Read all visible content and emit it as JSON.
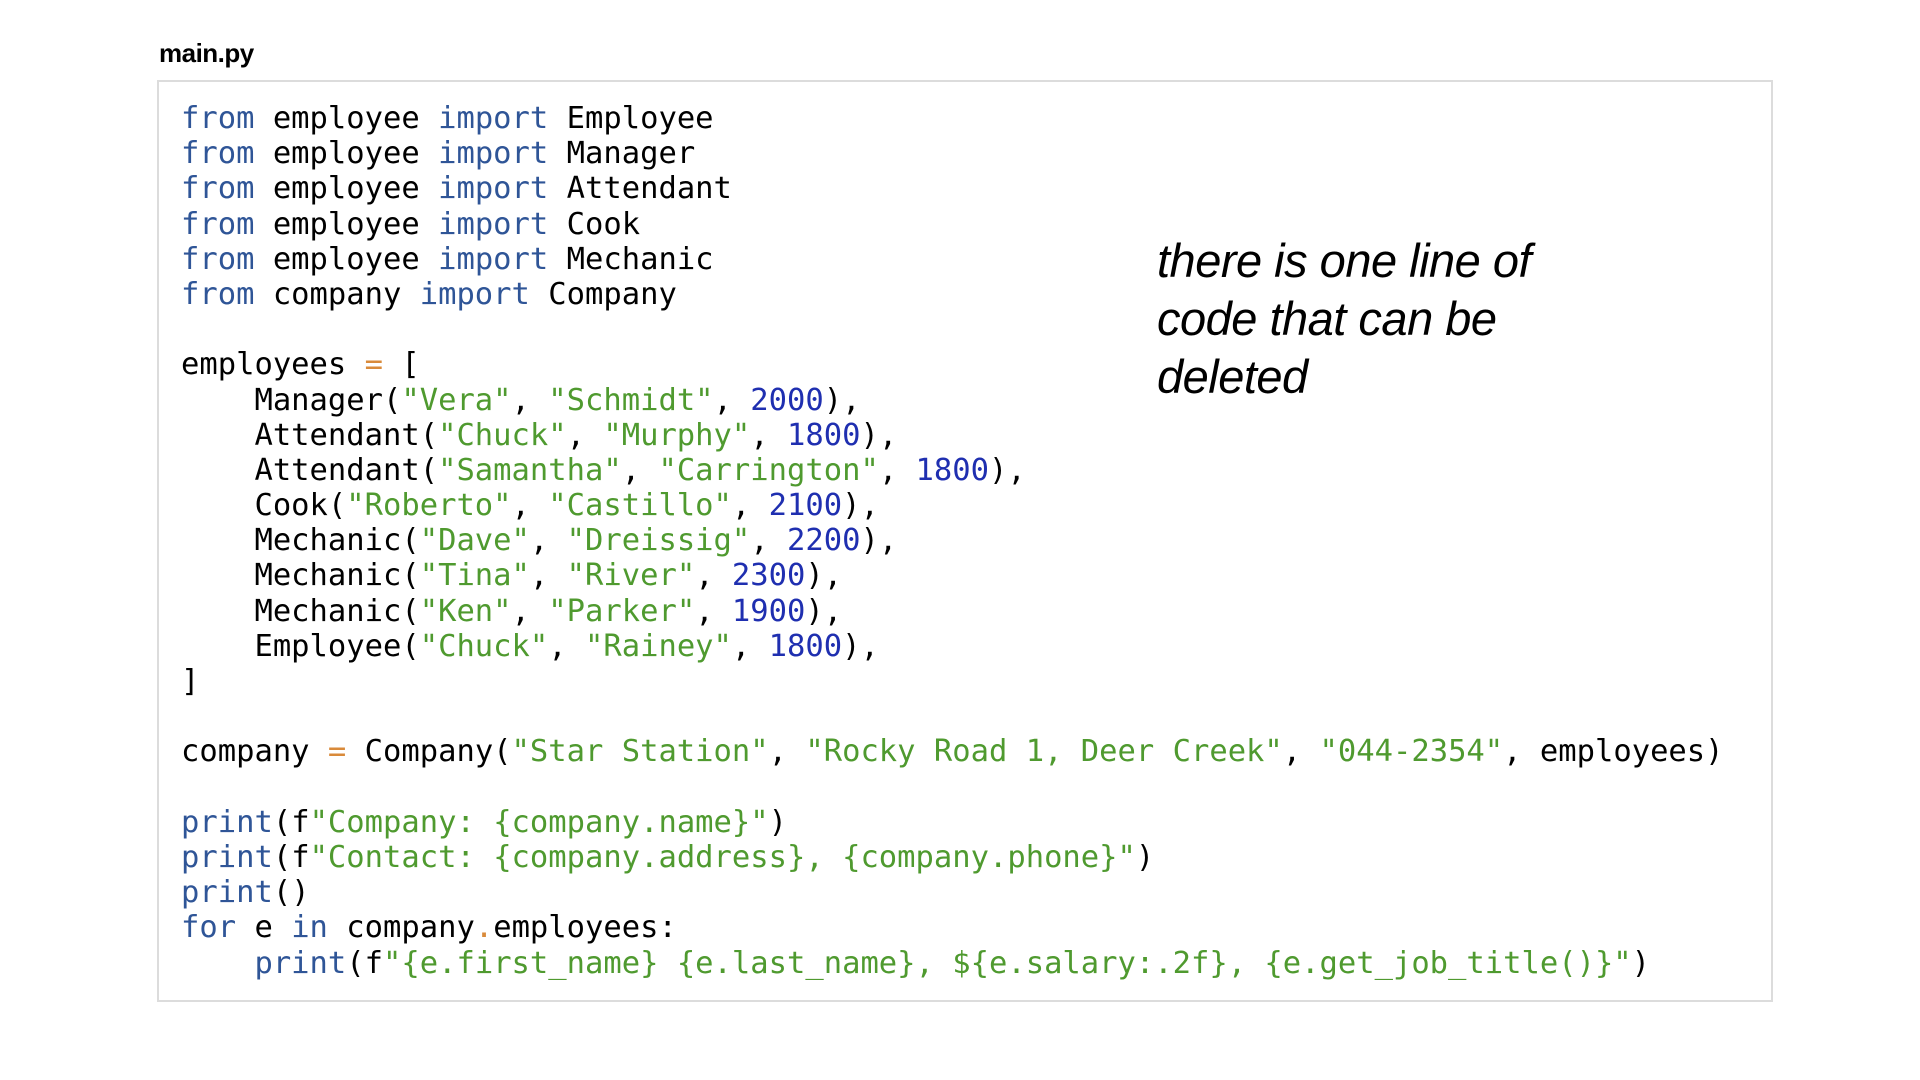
{
  "file_title": "main.py",
  "annotation": "there is one line of code that can be deleted",
  "colors": {
    "keyword": "#2f5597",
    "string": "#4f9a2f",
    "number": "#1f2fb0",
    "operator": "#d98a3a",
    "text": "#000000",
    "panel_border": "#dcdcdc"
  },
  "code_lines": [
    [
      [
        "kw",
        "from"
      ],
      [
        "plain",
        " employee "
      ],
      [
        "kw",
        "import"
      ],
      [
        "plain",
        " Employee"
      ]
    ],
    [
      [
        "kw",
        "from"
      ],
      [
        "plain",
        " employee "
      ],
      [
        "kw",
        "import"
      ],
      [
        "plain",
        " Manager"
      ]
    ],
    [
      [
        "kw",
        "from"
      ],
      [
        "plain",
        " employee "
      ],
      [
        "kw",
        "import"
      ],
      [
        "plain",
        " Attendant"
      ]
    ],
    [
      [
        "kw",
        "from"
      ],
      [
        "plain",
        " employee "
      ],
      [
        "kw",
        "import"
      ],
      [
        "plain",
        " Cook"
      ]
    ],
    [
      [
        "kw",
        "from"
      ],
      [
        "plain",
        " employee "
      ],
      [
        "kw",
        "import"
      ],
      [
        "plain",
        " Mechanic"
      ]
    ],
    [
      [
        "kw",
        "from"
      ],
      [
        "plain",
        " company "
      ],
      [
        "kw",
        "import"
      ],
      [
        "plain",
        " Company"
      ]
    ],
    [],
    [
      [
        "plain",
        "employees "
      ],
      [
        "op",
        "="
      ],
      [
        "plain",
        " ["
      ]
    ],
    [
      [
        "plain",
        "    Manager("
      ],
      [
        "str",
        "\"Vera\""
      ],
      [
        "plain",
        ", "
      ],
      [
        "str",
        "\"Schmidt\""
      ],
      [
        "plain",
        ", "
      ],
      [
        "num",
        "2000"
      ],
      [
        "plain",
        "),"
      ]
    ],
    [
      [
        "plain",
        "    Attendant("
      ],
      [
        "str",
        "\"Chuck\""
      ],
      [
        "plain",
        ", "
      ],
      [
        "str",
        "\"Murphy\""
      ],
      [
        "plain",
        ", "
      ],
      [
        "num",
        "1800"
      ],
      [
        "plain",
        "),"
      ]
    ],
    [
      [
        "plain",
        "    Attendant("
      ],
      [
        "str",
        "\"Samantha\""
      ],
      [
        "plain",
        ", "
      ],
      [
        "str",
        "\"Carrington\""
      ],
      [
        "plain",
        ", "
      ],
      [
        "num",
        "1800"
      ],
      [
        "plain",
        "),"
      ]
    ],
    [
      [
        "plain",
        "    Cook("
      ],
      [
        "str",
        "\"Roberto\""
      ],
      [
        "plain",
        ", "
      ],
      [
        "str",
        "\"Castillo\""
      ],
      [
        "plain",
        ", "
      ],
      [
        "num",
        "2100"
      ],
      [
        "plain",
        "),"
      ]
    ],
    [
      [
        "plain",
        "    Mechanic("
      ],
      [
        "str",
        "\"Dave\""
      ],
      [
        "plain",
        ", "
      ],
      [
        "str",
        "\"Dreissig\""
      ],
      [
        "plain",
        ", "
      ],
      [
        "num",
        "2200"
      ],
      [
        "plain",
        "),"
      ]
    ],
    [
      [
        "plain",
        "    Mechanic("
      ],
      [
        "str",
        "\"Tina\""
      ],
      [
        "plain",
        ", "
      ],
      [
        "str",
        "\"River\""
      ],
      [
        "plain",
        ", "
      ],
      [
        "num",
        "2300"
      ],
      [
        "plain",
        "),"
      ]
    ],
    [
      [
        "plain",
        "    Mechanic("
      ],
      [
        "str",
        "\"Ken\""
      ],
      [
        "plain",
        ", "
      ],
      [
        "str",
        "\"Parker\""
      ],
      [
        "plain",
        ", "
      ],
      [
        "num",
        "1900"
      ],
      [
        "plain",
        "),"
      ]
    ],
    [
      [
        "plain",
        "    Employee("
      ],
      [
        "str",
        "\"Chuck\""
      ],
      [
        "plain",
        ", "
      ],
      [
        "str",
        "\"Rainey\""
      ],
      [
        "plain",
        ", "
      ],
      [
        "num",
        "1800"
      ],
      [
        "plain",
        "),"
      ]
    ],
    [
      [
        "plain",
        "]"
      ]
    ],
    [],
    [
      [
        "plain",
        "company "
      ],
      [
        "op",
        "="
      ],
      [
        "plain",
        " Company("
      ],
      [
        "str",
        "\"Star Station\""
      ],
      [
        "plain",
        ", "
      ],
      [
        "str",
        "\"Rocky Road 1, Deer Creek\""
      ],
      [
        "plain",
        ", "
      ],
      [
        "str",
        "\"044-2354\""
      ],
      [
        "plain",
        ", employees)"
      ]
    ],
    [],
    [
      [
        "kw",
        "print"
      ],
      [
        "plain",
        "(f"
      ],
      [
        "str",
        "\"Company: {company.name}\""
      ],
      [
        "plain",
        ")"
      ]
    ],
    [
      [
        "kw",
        "print"
      ],
      [
        "plain",
        "(f"
      ],
      [
        "str",
        "\"Contact: {company.address}, {company.phone}\""
      ],
      [
        "plain",
        ")"
      ]
    ],
    [
      [
        "kw",
        "print"
      ],
      [
        "plain",
        "()"
      ]
    ],
    [
      [
        "kw",
        "for"
      ],
      [
        "plain",
        " e "
      ],
      [
        "kw",
        "in"
      ],
      [
        "plain",
        " company"
      ],
      [
        "op",
        "."
      ],
      [
        "plain",
        "employees:"
      ]
    ],
    [
      [
        "plain",
        "    "
      ],
      [
        "kw",
        "print"
      ],
      [
        "plain",
        "(f"
      ],
      [
        "str",
        "\"{e.first_name} {e.last_name}, ${e.salary:.2f}, {e.get_job_title()}\""
      ],
      [
        "plain",
        ")"
      ]
    ]
  ]
}
